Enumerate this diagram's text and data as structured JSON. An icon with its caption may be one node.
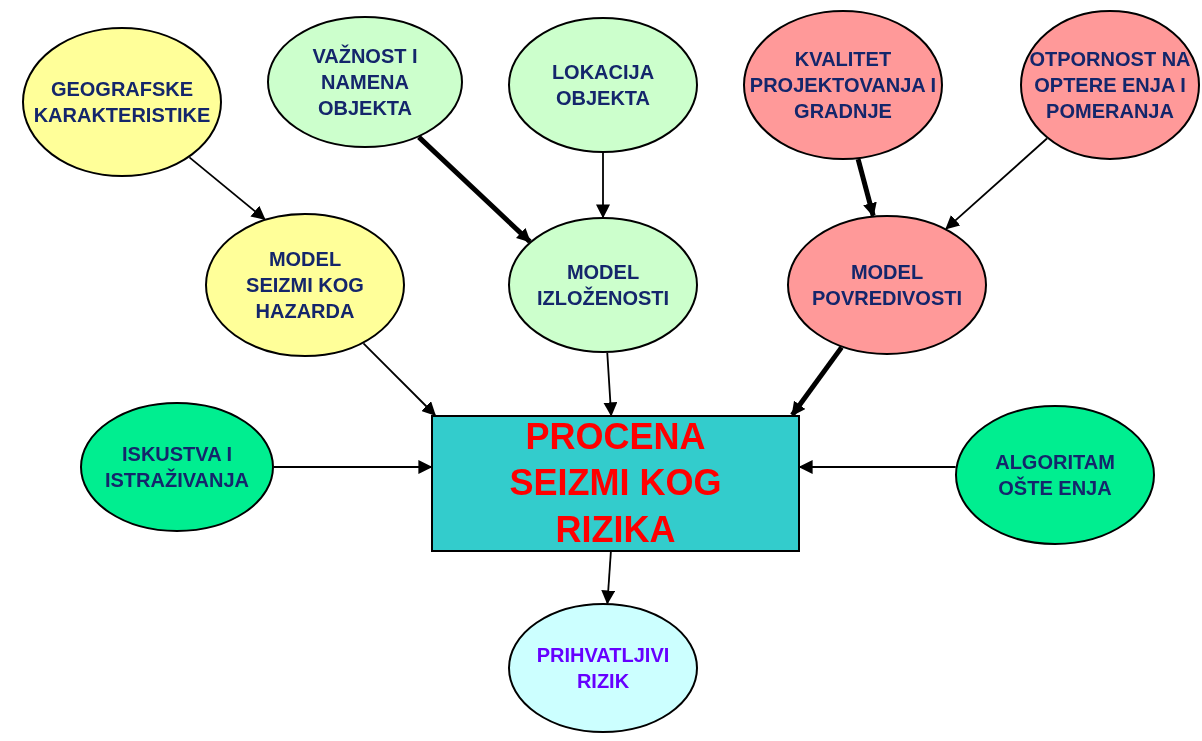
{
  "diagram": {
    "nodes": [
      {
        "text": [
          "GEOGRAFSKE KARAKTERISTIKE"
        ]
      },
      {
        "text": [
          "VAŽNOST I NAMENA OBJEKTA"
        ]
      },
      {
        "text": [
          "LOKACIJA OBJEKTA"
        ]
      },
      {
        "text": [
          "KVALITET PROJEKTOVANJA I GRADNJE"
        ]
      },
      {
        "text": [
          "OTPORNOST NA OPTERE ENJA I POMERANJA"
        ]
      },
      {
        "text": [
          "MODEL SEIZMI KOG HAZARDA"
        ]
      },
      {
        "text": [
          "MODEL IZLOŽENOSTI"
        ]
      },
      {
        "text": [
          "MODEL POVREDIVOSTI"
        ]
      },
      {
        "text": [
          "ISKUSTVA I ISTRAŽIVANJA"
        ]
      },
      {
        "text": [
          "PROCENA SEIZMI KOG RIZIKA"
        ]
      },
      {
        "text": [
          "ALGORITAM OŠTE ENJA"
        ]
      },
      {
        "text": [
          "PRIHVATLJIVI RIZIK"
        ]
      }
    ],
    "edges": [
      {
        "from": 0,
        "to": 5,
        "arrow": "to"
      },
      {
        "from": 1,
        "to": 6,
        "arrow": "to",
        "style": "thick"
      },
      {
        "from": 2,
        "to": 6,
        "arrow": "to"
      },
      {
        "from": 3,
        "to": 7,
        "arrow": "to",
        "style": "thick"
      },
      {
        "from": 4,
        "to": 7,
        "arrow": "to"
      },
      {
        "from": 5,
        "to": 9,
        "arrow": "to"
      },
      {
        "from": 6,
        "to": 9,
        "arrow": "to"
      },
      {
        "from": 7,
        "to": 9,
        "arrow": "to",
        "style": "thick"
      },
      {
        "from": 8,
        "to": 9,
        "arrow": "to"
      },
      {
        "from": 10,
        "to": 9,
        "arrow": "to"
      },
      {
        "from": 9,
        "to": 11,
        "arrow": "to"
      }
    ]
  }
}
